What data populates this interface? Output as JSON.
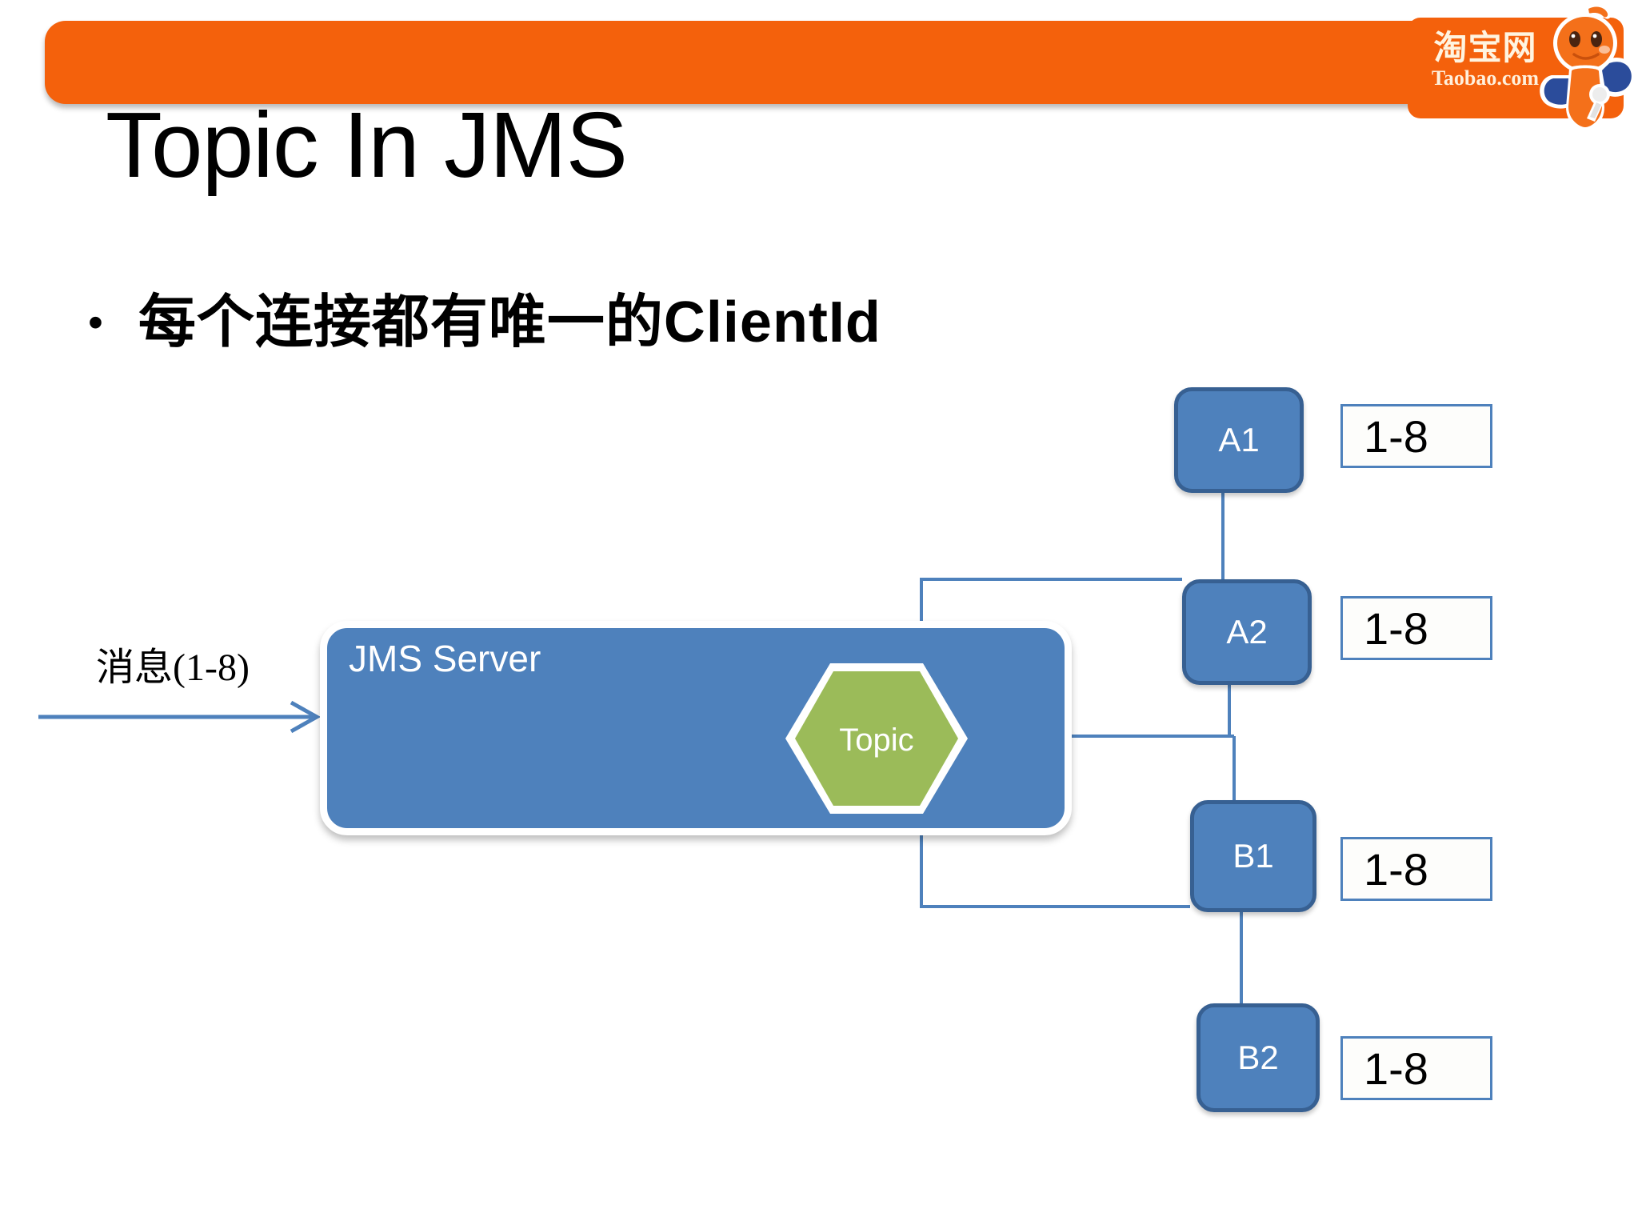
{
  "slide": {
    "title": "Topic In JMS",
    "bullet_marker": "•",
    "bullet_text": "每个连接都有唯一的ClientId",
    "banner_color": "#F4610C"
  },
  "logo": {
    "name_cn": "淘宝网",
    "name_en": "Taobao.com",
    "plate_color": "#F4610C",
    "mascot_body_color": "#F4701A",
    "mascot_cape_color": "#2B4C9B"
  },
  "diagram": {
    "server": {
      "label": "JMS Server",
      "fill": "#4E81BC"
    },
    "topic": {
      "label": "Topic",
      "fill": "#9BBB59",
      "border": "#FFFFFF"
    },
    "incoming": {
      "label": "消息(1-8)",
      "arrow_color": "#4E81BC"
    },
    "connector_color": "#4E81BC",
    "nodes": [
      {
        "id": "a1",
        "label": "A1",
        "value": "1-8"
      },
      {
        "id": "a2",
        "label": "A2",
        "value": "1-8"
      },
      {
        "id": "b1",
        "label": "B1",
        "value": "1-8"
      },
      {
        "id": "b2",
        "label": "B2",
        "value": "1-8"
      }
    ]
  }
}
